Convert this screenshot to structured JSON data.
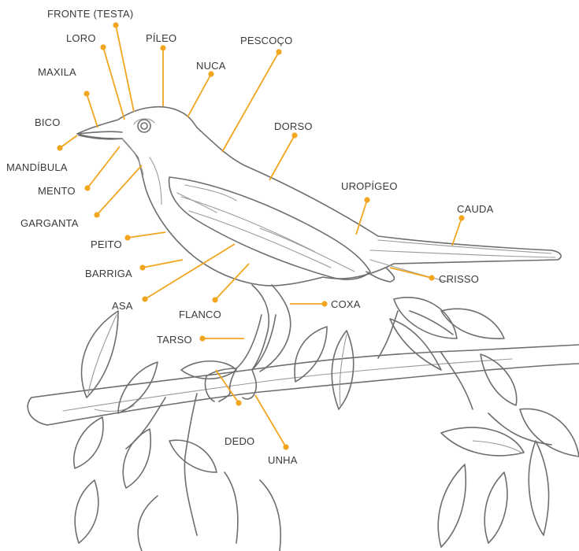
{
  "colors": {
    "accent": "#F2A51F",
    "line": "#6e6e6e",
    "text": "#3a3a3a"
  },
  "labels": {
    "fronte": "FRONTE (TESTA)",
    "loro": "LORO",
    "pileo": "PÍLEO",
    "pescoco": "PESCOÇO",
    "nuca": "NUCA",
    "maxila": "MAXILA",
    "bico": "BICO",
    "dorso": "DORSO",
    "mandibula": "MANDÍBULA",
    "mento": "MENTO",
    "uropigeo": "UROPÍGEO",
    "garganta": "GARGANTA",
    "cauda": "CAUDA",
    "peito": "PEITO",
    "barriga": "BARRIGA",
    "crisso": "CRISSO",
    "asa": "ASA",
    "coxa": "COXA",
    "flanco": "FLANCO",
    "tarso": "TARSO",
    "dedo": "DEDO",
    "unha": "UNHA"
  }
}
